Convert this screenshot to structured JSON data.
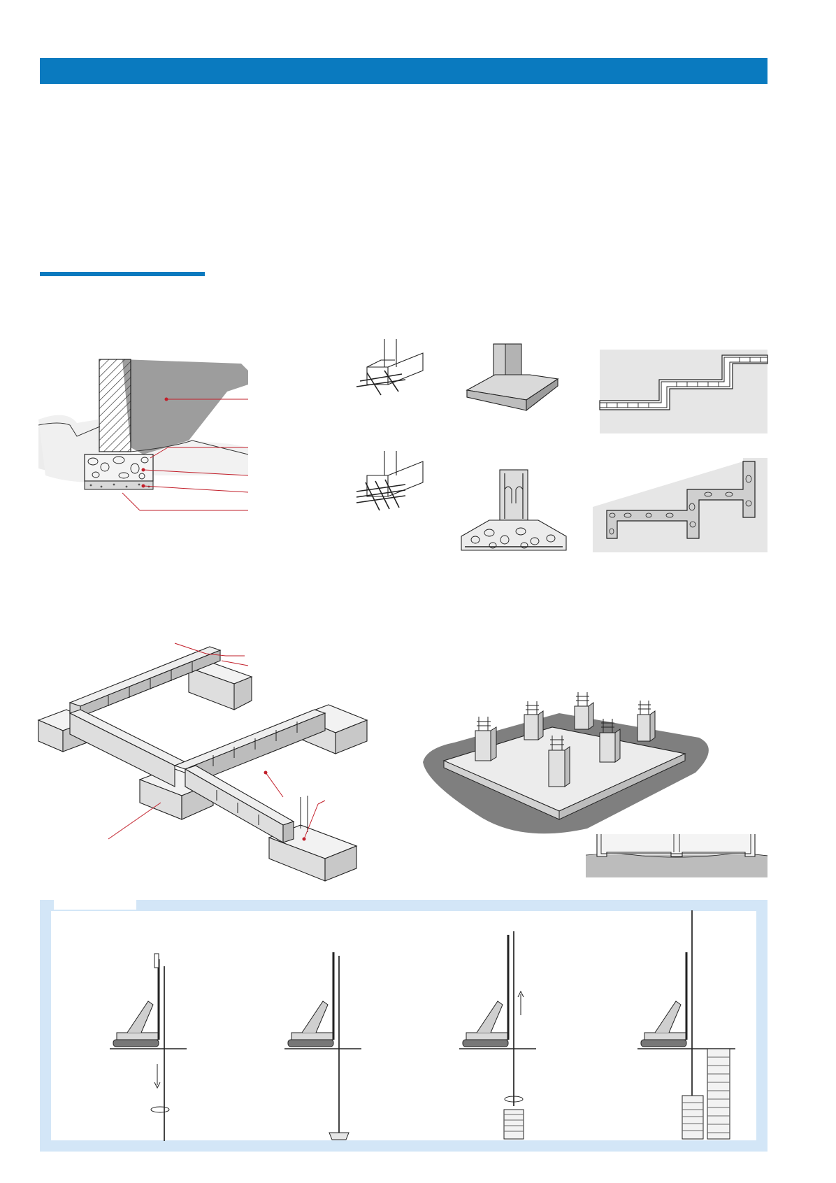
{
  "colors": {
    "accent_blue": "#0a7abf",
    "panel_blue": "#d3e6f7",
    "leader_red": "#c21f2a",
    "concrete_gray": "#9d9d9d",
    "light_gray": "#e6e6e6"
  },
  "figures": [
    "strip-footing-section",
    "reinforcement-cages",
    "pad-footings",
    "stepped-foundations",
    "ground-beam-grid",
    "pile-cap-columns",
    "raft-slab-section",
    "bored-pile-sequence"
  ]
}
